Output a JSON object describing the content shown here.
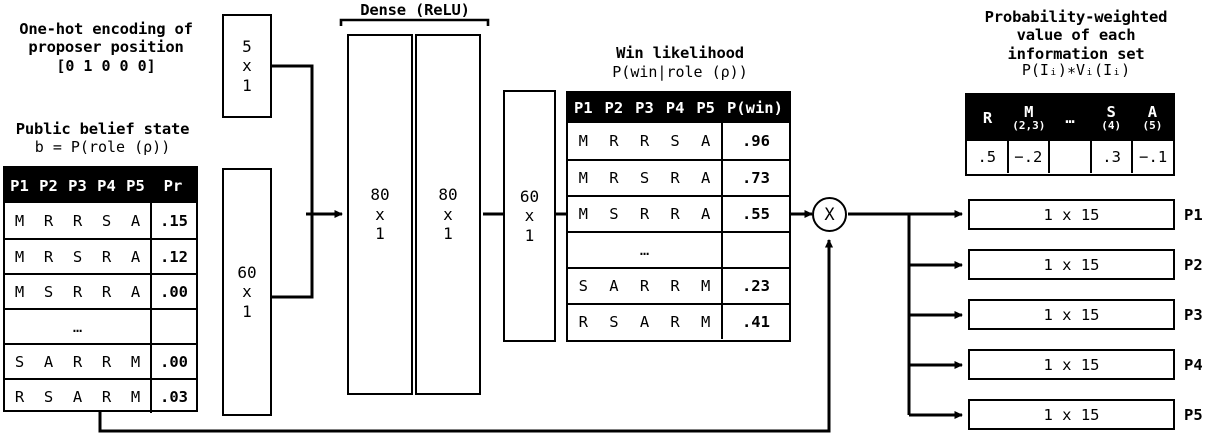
{
  "inputs": {
    "onehot": {
      "title_line1": "One-hot encoding of",
      "title_line2": "proposer position",
      "vector": "[0 1 0 0 0]",
      "box_dim_a": "5",
      "box_dim_x": "x",
      "box_dim_b": "1"
    },
    "belief": {
      "title": "Public belief state",
      "subtitle": "b = P(role (ρ))",
      "columns": [
        "P1",
        "P2",
        "P3",
        "P4",
        "P5",
        "Pr"
      ],
      "rows": [
        {
          "roles": [
            "M",
            "R",
            "R",
            "S",
            "A"
          ],
          "pr": ".15"
        },
        {
          "roles": [
            "M",
            "R",
            "S",
            "R",
            "A"
          ],
          "pr": ".12"
        },
        {
          "roles": [
            "M",
            "S",
            "R",
            "R",
            "A"
          ],
          "pr": ".00"
        },
        {
          "roles": [
            "…"
          ],
          "pr": ""
        },
        {
          "roles": [
            "S",
            "A",
            "R",
            "R",
            "M"
          ],
          "pr": ".00"
        },
        {
          "roles": [
            "R",
            "S",
            "A",
            "R",
            "M"
          ],
          "pr": ".03"
        }
      ],
      "box_dim_a": "60",
      "box_dim_x": "x",
      "box_dim_b": "1"
    }
  },
  "network": {
    "dense_label": "Dense (ReLU)",
    "layers": [
      {
        "a": "80",
        "x": "x",
        "b": "1"
      },
      {
        "a": "80",
        "x": "x",
        "b": "1"
      },
      {
        "a": "60",
        "x": "x",
        "b": "1"
      }
    ]
  },
  "win": {
    "title": "Win likelihood",
    "subtitle": "P(win|role (ρ))",
    "columns": [
      "P1",
      "P2",
      "P3",
      "P4",
      "P5",
      "P(win)"
    ],
    "rows": [
      {
        "roles": [
          "M",
          "R",
          "R",
          "S",
          "A"
        ],
        "p": ".96"
      },
      {
        "roles": [
          "M",
          "R",
          "S",
          "R",
          "A"
        ],
        "p": ".73"
      },
      {
        "roles": [
          "M",
          "S",
          "R",
          "R",
          "A"
        ],
        "p": ".55"
      },
      {
        "roles": [
          "…"
        ],
        "p": ""
      },
      {
        "roles": [
          "S",
          "A",
          "R",
          "R",
          "M"
        ],
        "p": ".23"
      },
      {
        "roles": [
          "R",
          "S",
          "A",
          "R",
          "M"
        ],
        "p": ".41"
      }
    ]
  },
  "multiply": {
    "symbol": "X"
  },
  "weighted": {
    "title_line1": "Probability-weighted",
    "title_line2": "value of each",
    "title_line3": "information set",
    "subtitle": "P(Iᵢ)∗Vᵢ(Iᵢ)",
    "columns": [
      {
        "label": "R",
        "sub": ""
      },
      {
        "label": "M",
        "sub": "(2,3)"
      },
      {
        "label": "…",
        "sub": ""
      },
      {
        "label": "S",
        "sub": "(4)"
      },
      {
        "label": "A",
        "sub": "(5)"
      }
    ],
    "values": [
      ".5",
      "−.2",
      "",
      ".3",
      "−.1"
    ]
  },
  "outputs": {
    "rows": [
      {
        "shape": "1 x 15",
        "label": "P1"
      },
      {
        "shape": "1 x 15",
        "label": "P2"
      },
      {
        "shape": "1 x 15",
        "label": "P3"
      },
      {
        "shape": "1 x 15",
        "label": "P4"
      },
      {
        "shape": "1 x 15",
        "label": "P5"
      }
    ]
  },
  "colors": {
    "ink": "#000000",
    "paper": "#ffffff"
  }
}
